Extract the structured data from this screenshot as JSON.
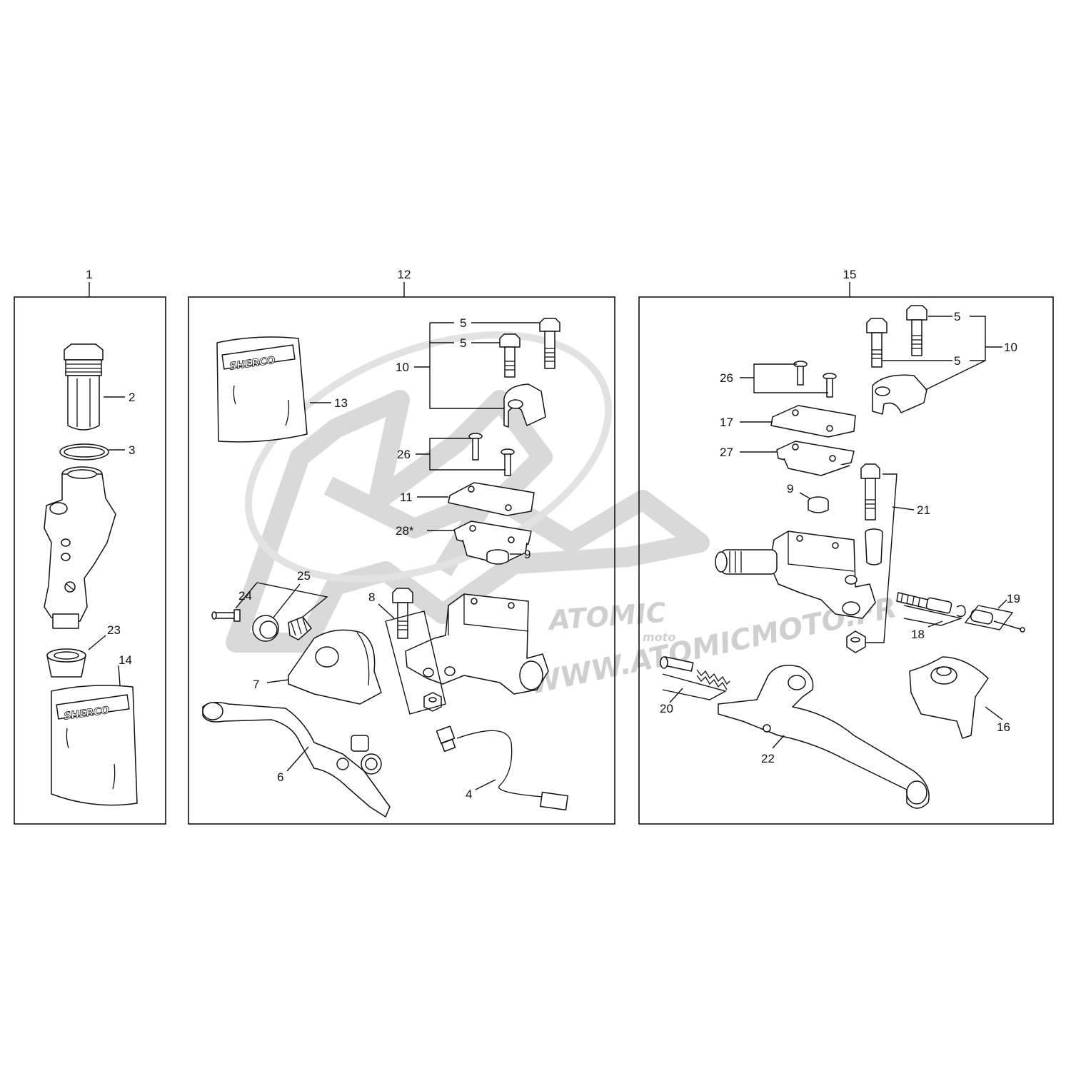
{
  "watermark": {
    "brand_word": "ATOMIC",
    "brand_sub": "moto",
    "url": "WWW.ATOMICMOTO.FR"
  },
  "bag_brand": "SHERCO",
  "groups": [
    {
      "id": "1",
      "label": "1"
    },
    {
      "id": "12",
      "label": "12"
    },
    {
      "id": "15",
      "label": "15"
    }
  ],
  "callouts": {
    "g1": [
      "2",
      "3",
      "23",
      "14"
    ],
    "g12": [
      "5",
      "5",
      "10",
      "13",
      "26",
      "11",
      "28*",
      "9",
      "8",
      "25",
      "24",
      "7",
      "6",
      "4"
    ],
    "g15": [
      "5",
      "5",
      "10",
      "26",
      "17",
      "27",
      "9",
      "21",
      "19",
      "18",
      "20",
      "22",
      "16"
    ]
  }
}
